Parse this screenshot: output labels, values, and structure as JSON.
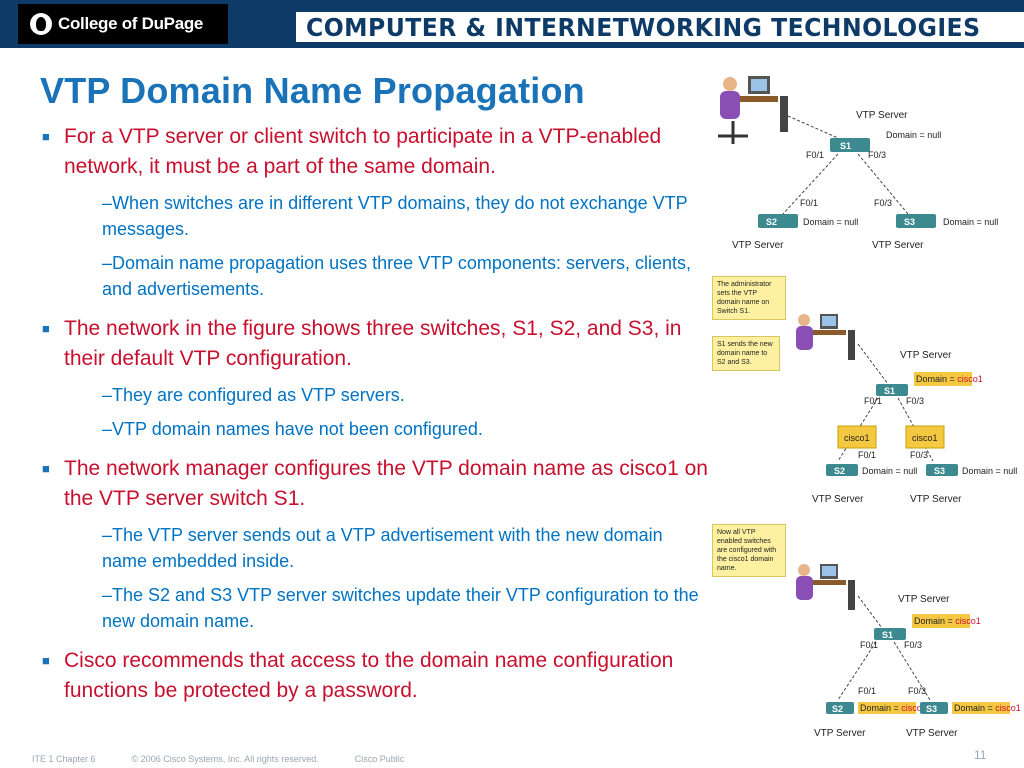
{
  "header": {
    "logo_text": "College of DuPage",
    "banner_text": "COMPUTER & INTERNETWORKING TECHNOLOGIES"
  },
  "slide": {
    "title": "VTP Domain Name Propagation",
    "bullets": [
      {
        "text": "For a VTP server or client switch to participate in a VTP-enabled network, it must be a part of the same domain.",
        "subs": [
          "–When switches are in different VTP domains, they do not exchange VTP messages.",
          "–Domain name propagation uses three VTP components: servers, clients, and advertisements."
        ]
      },
      {
        "text": "The network in the figure shows three switches, S1, S2, and S3, in their default VTP configuration.",
        "subs": [
          "–They are configured as VTP servers.",
          "–VTP domain names have not been configured."
        ]
      },
      {
        "text": "The network manager configures the VTP domain name as cisco1 on the VTP server switch S1.",
        "subs": [
          "–The VTP server sends out a VTP advertisement with the new domain name embedded inside.",
          "–The S2 and S3 VTP server switches update their VTP configuration to the new domain name."
        ]
      },
      {
        "text": "Cisco recommends that access to the domain name configuration functions be protected by a password.",
        "subs": []
      }
    ]
  },
  "diagram": {
    "vtp_server": "VTP Server",
    "domain_null": "Domain = null",
    "domain_cisco1_label": "Domain = ",
    "cisco1": "cisco1",
    "s1": "S1",
    "s2": "S2",
    "s3": "S3",
    "f01": "F0/1",
    "f03": "F0/3",
    "note1": "The administrator sets the VTP domain name on Switch S1.",
    "note2": "S1 sends the new domain name to S2 and S3.",
    "note3": "Now all VTP enabled switches are configured with the cisco1 domain name."
  },
  "footer": {
    "course": "ITE 1 Chapter 6",
    "copyright": "© 2006 Cisco Systems, Inc. All rights reserved.",
    "classification": "Cisco Public",
    "page_number": "11"
  },
  "colors": {
    "header_bg": "#0d3a66",
    "title": "#1a73b8",
    "bullet_text": "#c8102e",
    "sub_text": "#0073c2",
    "switch": "#3c8a8f",
    "domain_highlight": "#f5c842"
  }
}
